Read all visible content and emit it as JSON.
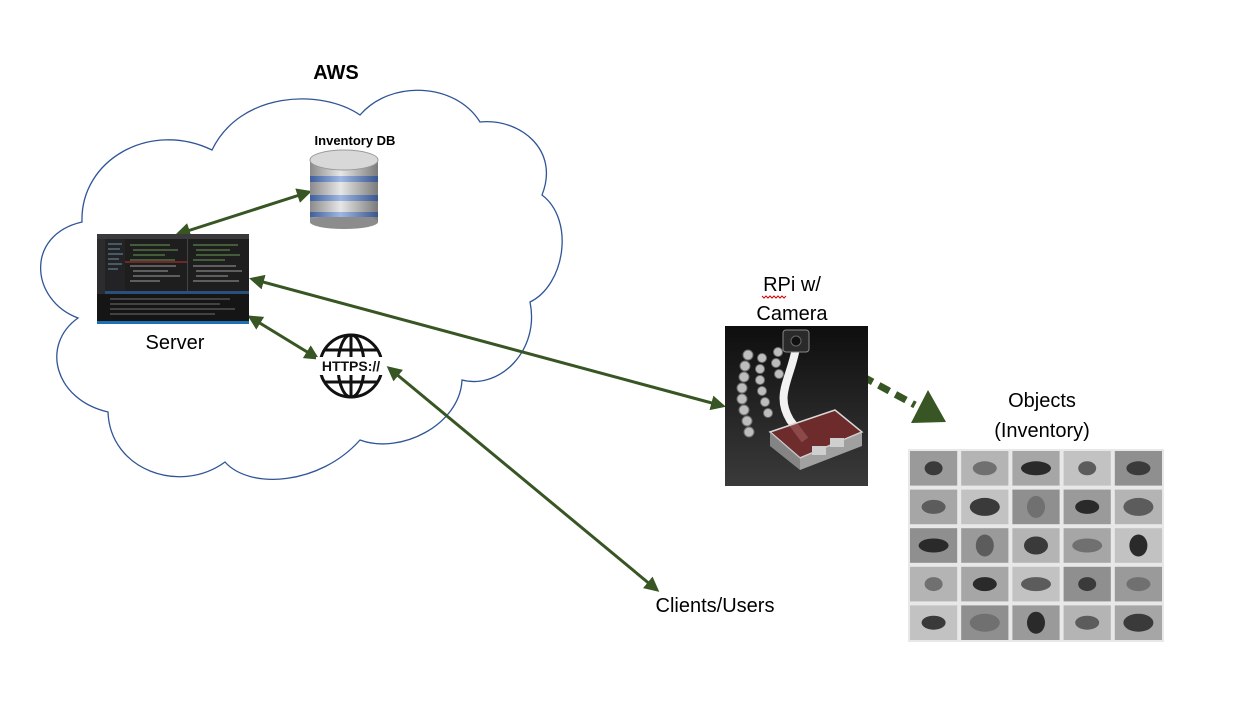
{
  "cloud": {
    "title": "AWS"
  },
  "database": {
    "label": "Inventory DB"
  },
  "server": {
    "label": "Server"
  },
  "https": {
    "text": "HTTPS://"
  },
  "rpi": {
    "label_line1": "RPi w/",
    "label_line2": "Camera"
  },
  "objects": {
    "label_line1": "Objects",
    "label_line2": "(Inventory)"
  },
  "clients": {
    "label": "Clients/Users"
  },
  "colors": {
    "arrow": "#375623",
    "cloud_outline": "#2f5597",
    "db_band": "#5b7fbf"
  }
}
